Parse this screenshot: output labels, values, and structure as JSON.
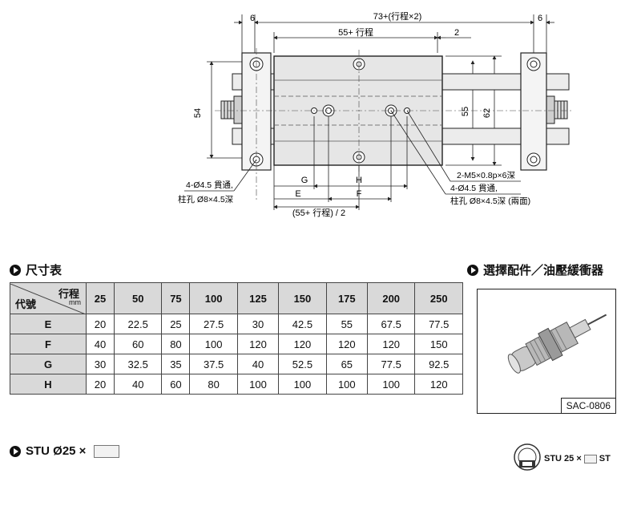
{
  "drawing": {
    "dim_top_left": "6",
    "dim_top_total": "73+(行程×2)",
    "dim_top_right": "6",
    "dim_stroke_inner": "55+ 行程",
    "dim_two": "2",
    "dim_left_height": "54",
    "dim_55": "55",
    "dim_62": "62",
    "label_g": "G",
    "label_h": "H",
    "label_e": "E",
    "label_f": "F",
    "dim_bottom": "(55+ 行程) / 2",
    "note_left_line1": "4-Ø4.5 貫通,",
    "note_left_line2": "柱孔 Ø8×4.5深",
    "note_right_1": "2-M5×0.8p×6深",
    "note_right_2": "4-Ø4.5 貫通,",
    "note_right_3": "柱孔 Ø8×4.5深 (兩面)"
  },
  "dimensions_section": {
    "title": "尺寸表",
    "corner_top": "行程",
    "corner_unit": "mm",
    "corner_bottom": "代號",
    "columns": [
      "25",
      "50",
      "75",
      "100",
      "125",
      "150",
      "175",
      "200",
      "250"
    ],
    "rows": [
      {
        "code": "E",
        "values": [
          "20",
          "22.5",
          "25",
          "27.5",
          "30",
          "42.5",
          "55",
          "67.5",
          "77.5"
        ]
      },
      {
        "code": "F",
        "values": [
          "40",
          "60",
          "80",
          "100",
          "120",
          "120",
          "120",
          "120",
          "150"
        ]
      },
      {
        "code": "G",
        "values": [
          "30",
          "32.5",
          "35",
          "37.5",
          "40",
          "52.5",
          "65",
          "77.5",
          "92.5"
        ]
      },
      {
        "code": "H",
        "values": [
          "20",
          "40",
          "60",
          "80",
          "100",
          "100",
          "100",
          "100",
          "120"
        ]
      }
    ]
  },
  "accessory_section": {
    "title": "選擇配件／油壓緩衝器",
    "part_label": "SAC-0806"
  },
  "order_code": {
    "prefix": "STU Ø25 ×"
  },
  "footer_code": {
    "left": "STU 25 ×",
    "right": "ST"
  },
  "colors": {
    "body_fill": "#e6e6e6",
    "table_header": "#d9d9d9",
    "line": "#222222"
  }
}
